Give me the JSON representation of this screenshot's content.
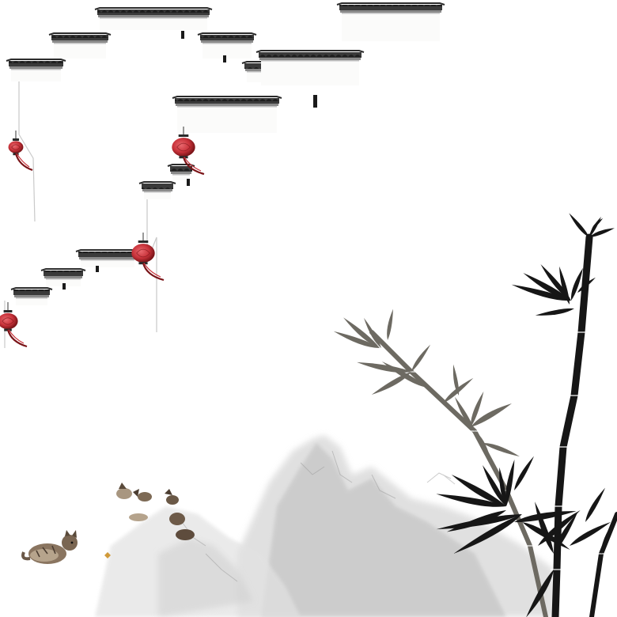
{
  "scene": {
    "kind": "ink-wash illustration",
    "elements": [
      "huizhou-wall-rooftops",
      "red-lanterns",
      "bamboo-stalks",
      "misty-mountains",
      "cats"
    ],
    "colors": {
      "background": "#ffffff",
      "wall_white": "#fbfbfa",
      "roof_ink": "#2b2b2b",
      "roof_tile_shadow": "#6e6e6e",
      "lantern_red": "#c8323a",
      "lantern_dark": "#7a1418",
      "bamboo_black": "#161616",
      "bamboo_grey": "#6d6a62",
      "mountain_grey": "#c9c9c9",
      "cat_brown": "#7d6a55"
    }
  }
}
